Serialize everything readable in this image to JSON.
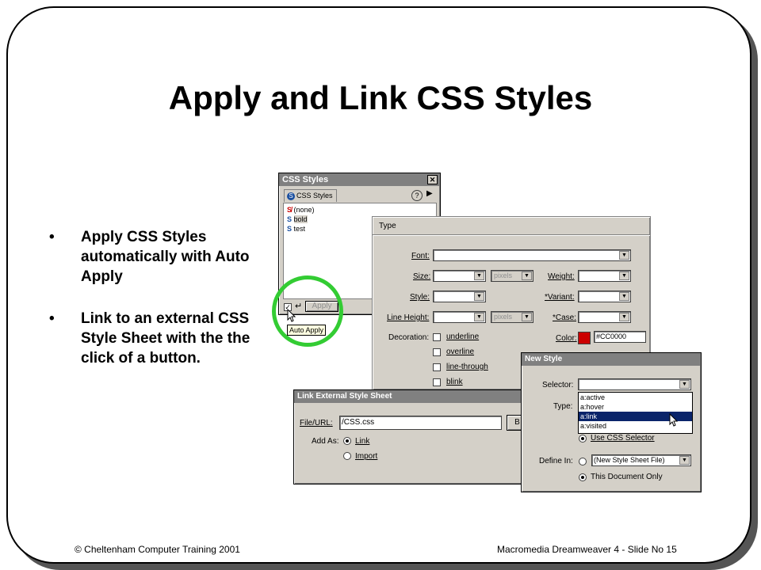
{
  "slide": {
    "title": "Apply and Link CSS Styles",
    "bullets": [
      "Apply CSS Styles automatically with Auto Apply",
      "Link to an external CSS Style Sheet with the the click of a button."
    ],
    "footer_left": "© Cheltenham Computer Training 2001",
    "footer_right": "Macromedia Dreamweaver 4 - Slide No 15"
  },
  "css_panel": {
    "title": "CSS Styles",
    "tab": "CSS Styles",
    "styles": [
      "(none)",
      "bold",
      "test"
    ],
    "apply_button": "Apply",
    "tooltip": "Auto Apply",
    "highlight_color": "#33cc33"
  },
  "type_dialog": {
    "category": "Type",
    "font_label": "Font:",
    "size_label": "Size:",
    "size_unit": "pixels",
    "style_label": "Style:",
    "line_height_label": "Line Height:",
    "line_height_unit": "pixels",
    "decoration_label": "Decoration:",
    "decorations": [
      "underline",
      "overline",
      "line-through",
      "blink"
    ],
    "weight_label": "Weight:",
    "variant_label": "*Variant:",
    "case_label": "*Case:",
    "color_label": "Color:",
    "color_value": "#CC0000",
    "swatch": "#cc0000"
  },
  "link_dialog": {
    "title": "Link External Style Sheet",
    "file_label": "File/URL:",
    "file_value": "/CSS.css",
    "browse_label": "B",
    "add_as_label": "Add As:",
    "opt_link": "Link",
    "opt_import": "Import"
  },
  "new_style_dialog": {
    "title": "New Style",
    "selector_label": "Selector:",
    "selector_value": "",
    "selector_options": [
      "a:active",
      "a:hover",
      "a:link",
      "a:visited"
    ],
    "selected_option": "a:link",
    "type_label": "Type:",
    "use_css_selector": "Use CSS Selector",
    "define_in_label": "Define In:",
    "define_in_value": "(New Style Sheet File)",
    "this_document_only": "This Document Only",
    "select_color": "#0a246a"
  }
}
